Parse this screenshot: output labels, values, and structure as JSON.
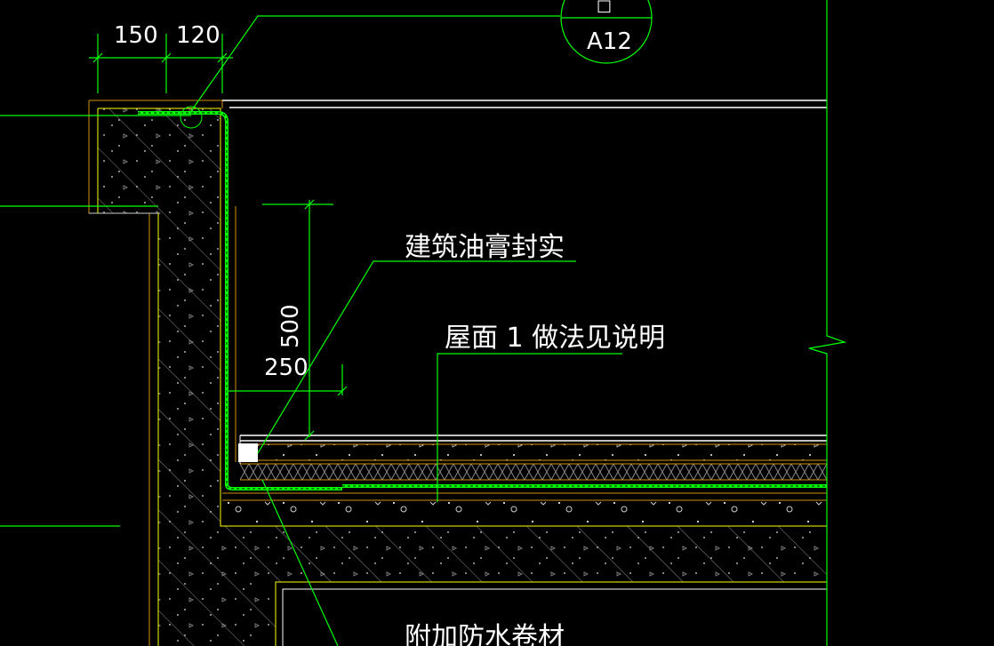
{
  "drawing": {
    "dimensions": {
      "top_left": "150",
      "top_right": "120",
      "vertical": "500",
      "horizontal": "250"
    },
    "detail_callout": {
      "label": "A12",
      "symbol": "□"
    },
    "annotations": {
      "sealant": "建筑油膏封实",
      "roof_note": "屋面 1 做法见说明",
      "membrane": "附加防水卷材"
    },
    "colors": {
      "background": "#000000",
      "leader": "#00ff00",
      "wall": "#ffff00",
      "layer": "#d4900a",
      "hatch": "#8a8a8a",
      "outline": "#ffffff"
    }
  }
}
